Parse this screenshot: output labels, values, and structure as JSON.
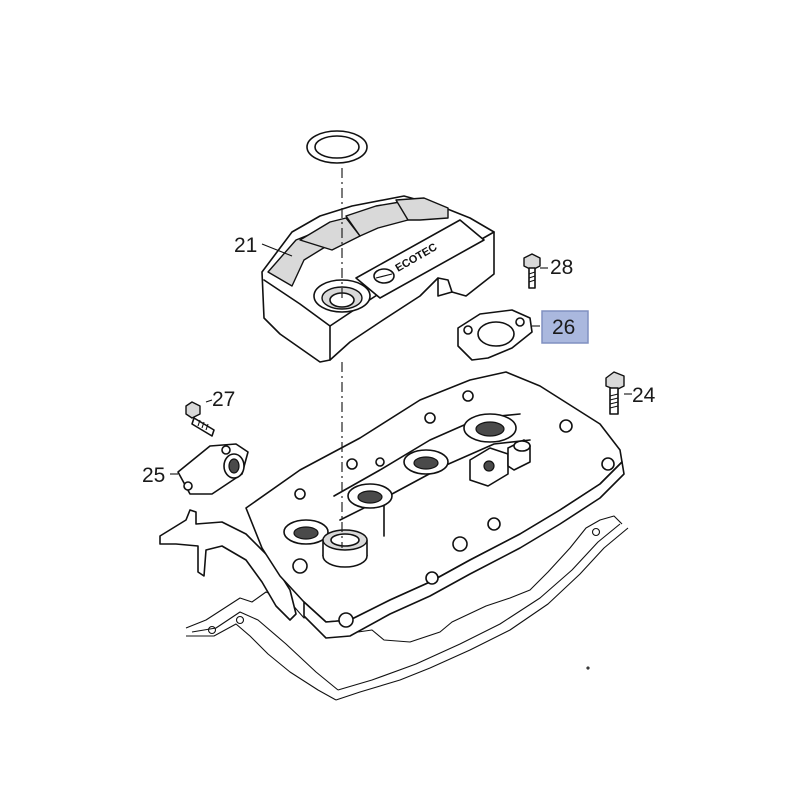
{
  "diagram": {
    "brand_text": "ECOTEC",
    "highlight_color": "#aab8de",
    "parts": [
      {
        "id": "21",
        "label": "21"
      },
      {
        "id": "24",
        "label": "24"
      },
      {
        "id": "25",
        "label": "25"
      },
      {
        "id": "26",
        "label": "26",
        "highlighted": true
      },
      {
        "id": "27",
        "label": "27"
      },
      {
        "id": "28",
        "label": "28"
      }
    ]
  }
}
